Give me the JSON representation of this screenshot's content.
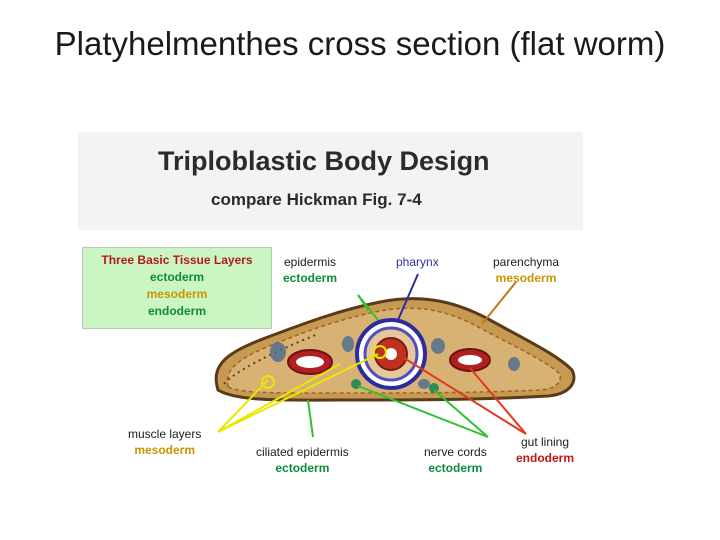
{
  "slide": {
    "title": "Platyhelmenthes cross section (flat worm)"
  },
  "figure": {
    "title": "Triploblastic Body Design",
    "subtitle": "compare Hickman Fig. 7-4",
    "legend": {
      "heading": "Three Basic Tissue Layers",
      "items": [
        "ectoderm",
        "mesoderm",
        "endoderm"
      ]
    },
    "labels": {
      "epidermis": {
        "name": "epidermis",
        "layer": "ectoderm"
      },
      "pharynx": {
        "name": "pharynx"
      },
      "parenchyma": {
        "name": "parenchyma",
        "layer": "mesoderm"
      },
      "muscle_layers": {
        "name": "muscle layers",
        "layer": "mesoderm"
      },
      "ciliated_epidermis": {
        "name": "ciliated epidermis",
        "layer": "ectoderm"
      },
      "nerve_cords": {
        "name": "nerve cords",
        "layer": "ectoderm"
      },
      "gut_lining": {
        "name": "gut lining",
        "layer": "endoderm"
      }
    },
    "colors": {
      "ectoderm": "#0d8b3c",
      "mesoderm": "#c99400",
      "endoderm": "#c01818",
      "pointer_green": "#2fc12f",
      "pointer_yellow": "#e8e800",
      "pointer_red": "#e03a1c",
      "body_fill": "#c69a52",
      "body_outline": "#5a3a18"
    }
  }
}
